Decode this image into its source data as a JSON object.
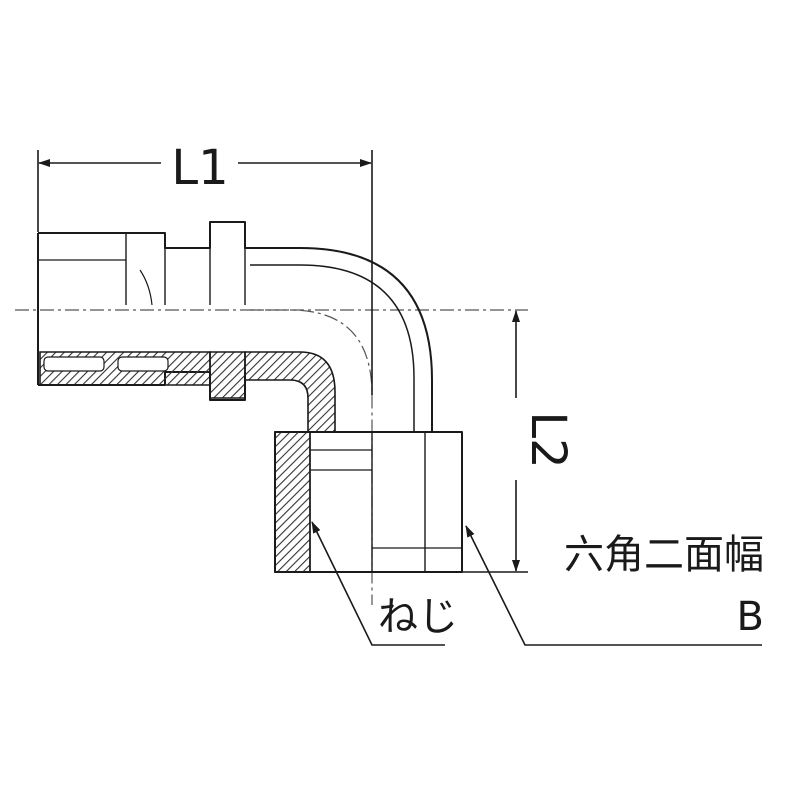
{
  "dimensions": {
    "l1": "L1",
    "l2": "L2"
  },
  "callouts": {
    "thread": "ねじ",
    "hex_width": "六角二面幅",
    "hex_symbol": "B"
  },
  "colors": {
    "line": "#1a1a1a",
    "hatch": "#333333",
    "background": "#ffffff"
  }
}
